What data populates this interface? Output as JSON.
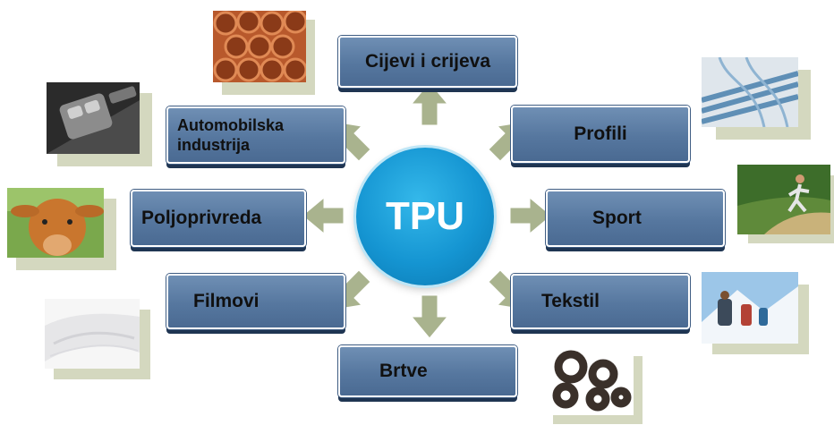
{
  "center": {
    "label": "TPU"
  },
  "applications": [
    {
      "id": "cijevi",
      "label": "Cijevi i crijeva"
    },
    {
      "id": "automobilska",
      "label": "Automobilska industrija",
      "lines": [
        "Automobilska",
        "industrija"
      ]
    },
    {
      "id": "profili",
      "label": "Profili"
    },
    {
      "id": "poljoprivreda",
      "label": "Poljoprivreda"
    },
    {
      "id": "sport",
      "label": "Sport"
    },
    {
      "id": "filmovi",
      "label": "Filmovi"
    },
    {
      "id": "tekstil",
      "label": "Tekstil"
    },
    {
      "id": "brtve",
      "label": "Brtve"
    }
  ],
  "colors": {
    "box": "#56779f",
    "center": "#1595d2",
    "arrow": "#a9b38e"
  }
}
